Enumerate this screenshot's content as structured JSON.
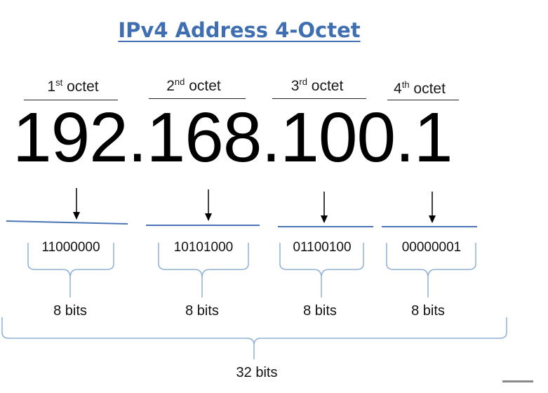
{
  "title": "IPv4 Address 4-Octet",
  "ip_address": "192.168.100.1",
  "octets": [
    {
      "num": "1",
      "sup": "st",
      "word": "octet",
      "binary": "11000000",
      "bits": "8 bits"
    },
    {
      "num": "2",
      "sup": "nd",
      "word": "octet",
      "binary": "10101000",
      "bits": "8 bits"
    },
    {
      "num": "3",
      "sup": "rd",
      "word": "octet",
      "binary": "01100100",
      "bits": "8 bits"
    },
    {
      "num": "4",
      "sup": "th",
      "word": "octet",
      "binary": "00000001",
      "bits": "8 bits"
    }
  ],
  "total_bits": "32 bits",
  "colors": {
    "title": "#3f6fb2",
    "brace": "#8fb0d6",
    "divider": "#4a74b4",
    "arrow": "#000000"
  }
}
